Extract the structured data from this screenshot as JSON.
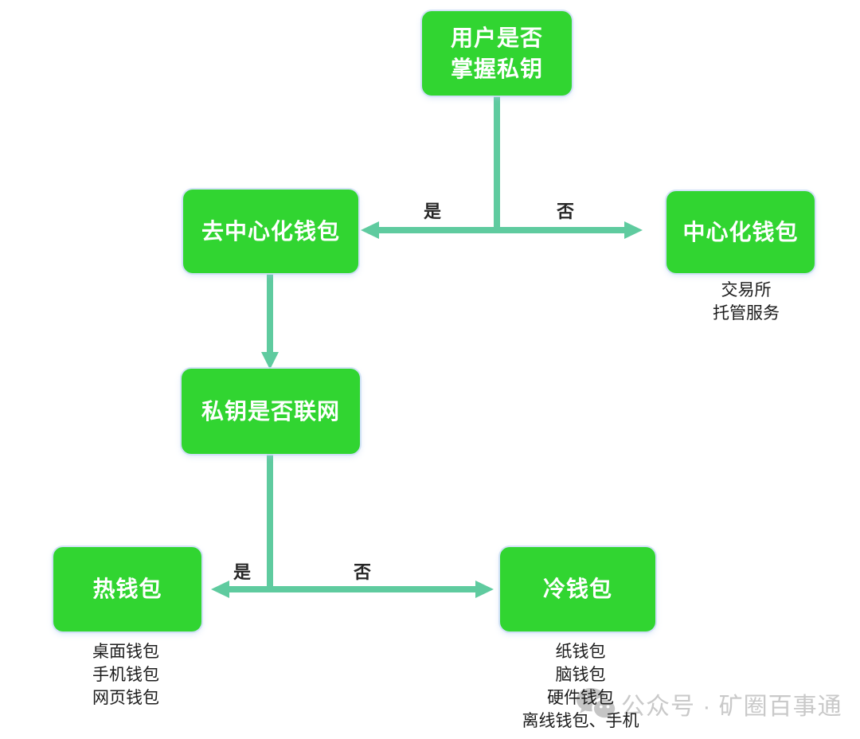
{
  "diagram_type": "flowchart",
  "topic": "crypto wallet classification decision tree",
  "nodes": {
    "root": {
      "line1": "用户是否",
      "line2": "掌握私钥"
    },
    "decentralized": {
      "label": "去中心化钱包"
    },
    "centralized": {
      "label": "中心化钱包"
    },
    "key_online": {
      "label": "私钥是否联网"
    },
    "hot": {
      "label": "热钱包"
    },
    "cold": {
      "label": "冷钱包"
    }
  },
  "edge_labels": {
    "top_yes": "是",
    "top_no": "否",
    "bottom_yes": "是",
    "bottom_no": "否"
  },
  "annotations": {
    "centralized": [
      "交易所",
      "托管服务"
    ],
    "hot": [
      "桌面钱包",
      "手机钱包",
      "网页钱包"
    ],
    "cold": [
      "纸钱包",
      "脑钱包",
      "硬件钱包",
      "离线钱包、手机"
    ]
  },
  "watermark": {
    "icon": "wechat-icon",
    "text": "公众号 · 矿圈百事通"
  },
  "colors": {
    "node_fill": "#31d531",
    "node_text": "#ffffff",
    "node_glow": "#cdeaf6",
    "connector": "#5fcb9f",
    "edge_label_text": "#262626",
    "annotation_text": "#1c1c1c",
    "watermark_gray": "#c9c9c9"
  }
}
